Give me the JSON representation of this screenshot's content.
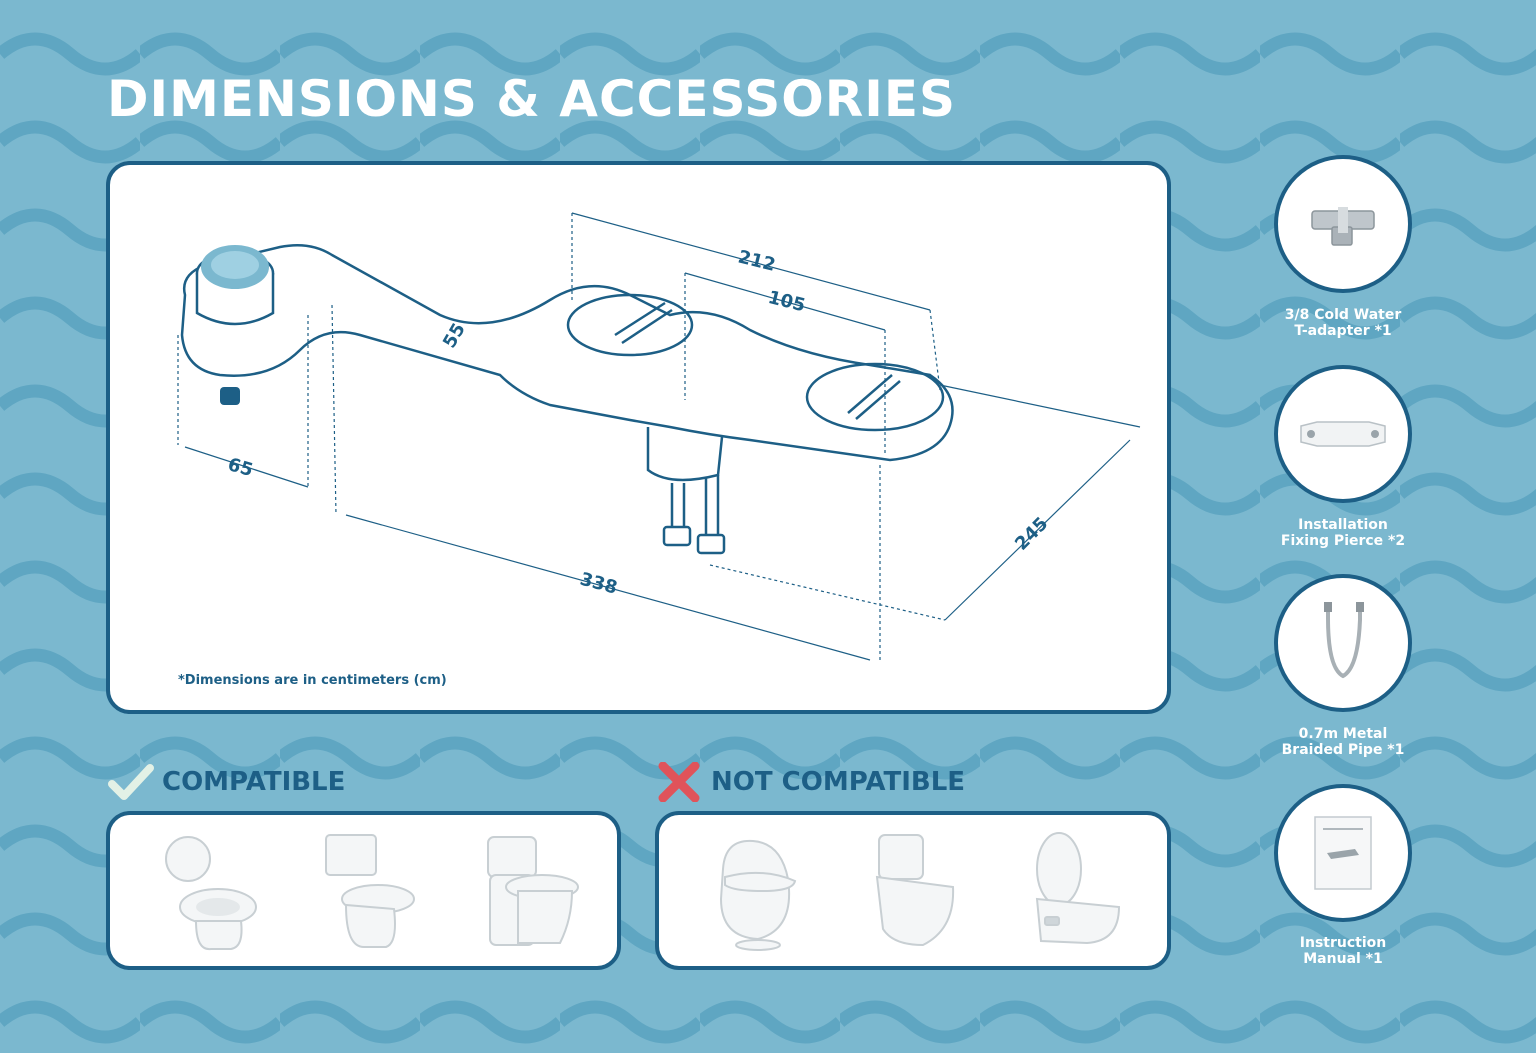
{
  "title": "DIMENSIONS & ACCESSORIES",
  "colors": {
    "background": "#7bb8cf",
    "accent": "#1d5f86",
    "check": "#e3f1e6",
    "cross": "#e0535a"
  },
  "dimensions": {
    "labels": [
      "212",
      "105",
      "55",
      "65",
      "338",
      "245"
    ],
    "note": "*Dimensions are in centimeters (cm)"
  },
  "compatible": {
    "heading": "COMPATIBLE",
    "icon": "check-icon"
  },
  "not_compatible": {
    "heading": "NOT COMPATIBLE",
    "icon": "cross-icon"
  },
  "accessories": [
    {
      "line1": "3/8 Cold Water",
      "line2": "T-adapter *1",
      "icon": "t-adapter-icon"
    },
    {
      "line1": "Installation",
      "line2": "Fixing Pierce *2",
      "icon": "fixing-bracket-icon"
    },
    {
      "line1": "0.7m Metal",
      "line2": "Braided Pipe *1",
      "icon": "braided-pipe-icon"
    },
    {
      "line1": "Instruction",
      "line2": "Manual *1",
      "icon": "manual-icon"
    }
  ]
}
